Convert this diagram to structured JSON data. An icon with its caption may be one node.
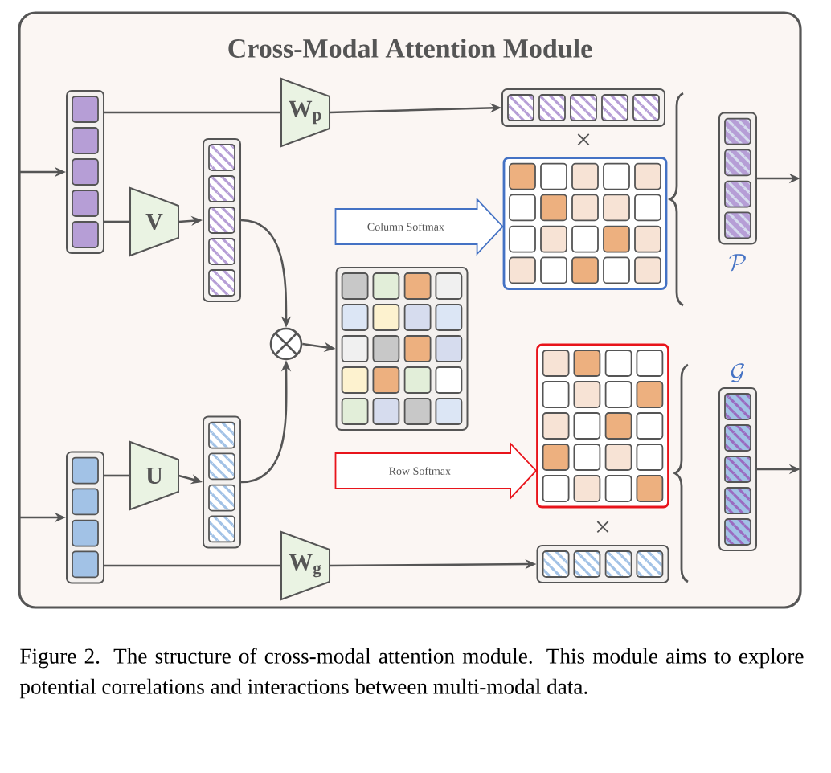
{
  "diagram": {
    "caption": "Figure 2. The structure of cross-modal attention module. This module aims to explore potential correlations and interactions between multi-modal data.",
    "nodes": [
      {
        "text": [
          "Cross-Modal Attention Module"
        ]
      },
      {
        "text": [],
        "shape": "bar",
        "in": 0
      },
      {
        "text": [
          "W$_{p}$"
        ],
        "in": 0
      },
      {
        "text": [
          "V"
        ],
        "in": 0
      },
      {
        "text": [],
        "shape": "bar",
        "in": 0
      },
      {
        "text": [],
        "shape": "bar",
        "in": 0
      },
      {
        "text": [],
        "shape": "box",
        "in": 0
      },
      {
        "text": [],
        "shape": "circle",
        "in": 0
      },
      {
        "text": [],
        "shape": "box",
        "in": 0
      },
      {
        "text": [],
        "shape": "bar",
        "in": 0
      },
      {
        "text": [
          "U"
        ],
        "in": 0
      },
      {
        "text": [],
        "shape": "bar",
        "in": 0
      },
      {
        "text": [],
        "shape": "box",
        "in": 0
      },
      {
        "text": [
          "W$_{g}$"
        ],
        "in": 0
      },
      {
        "text": [],
        "shape": "bar",
        "in": 0
      },
      {
        "text": [],
        "shape": "bar",
        "in": 0,
        "beside": [
          "\\mathcal{P}"
        ]
      },
      {
        "text": [],
        "shape": "bar",
        "in": 0,
        "beside": [
          "\\mathcal{G}"
        ]
      }
    ],
    "edges": [
      {
        "from": null,
        "to": 1,
        "arrow": "to"
      },
      {
        "from": 1,
        "to": 2,
        "arrow": "none"
      },
      {
        "from": 2,
        "to": 5,
        "arrow": "to"
      },
      {
        "from": 1,
        "to": 3,
        "arrow": "none"
      },
      {
        "from": 3,
        "to": 4,
        "arrow": "to"
      },
      {
        "from": 4,
        "to": 7,
        "arrow": "to"
      },
      {
        "from": 11,
        "to": 7,
        "arrow": "to"
      },
      {
        "from": 7,
        "to": 8,
        "arrow": "to"
      },
      {
        "from": null,
        "to": 9,
        "arrow": "to"
      },
      {
        "from": 9,
        "to": 10,
        "arrow": "none"
      },
      {
        "from": 10,
        "to": 11,
        "arrow": "to"
      },
      {
        "from": 9,
        "to": 13,
        "arrow": "none"
      },
      {
        "from": 13,
        "to": 14,
        "arrow": "to"
      },
      {
        "from": 15,
        "to": null,
        "arrow": "to"
      },
      {
        "from": 16,
        "to": null,
        "arrow": "to"
      },
      {
        "from": 8,
        "to": 6,
        "arrow": "to",
        "label": "Column Softmax",
        "color": "#4472c4"
      },
      {
        "from": 8,
        "to": 12,
        "arrow": "to",
        "label": "Row Softmax",
        "color": "#e8141b"
      }
    ],
    "labels": [
      "×",
      "×"
    ]
  }
}
